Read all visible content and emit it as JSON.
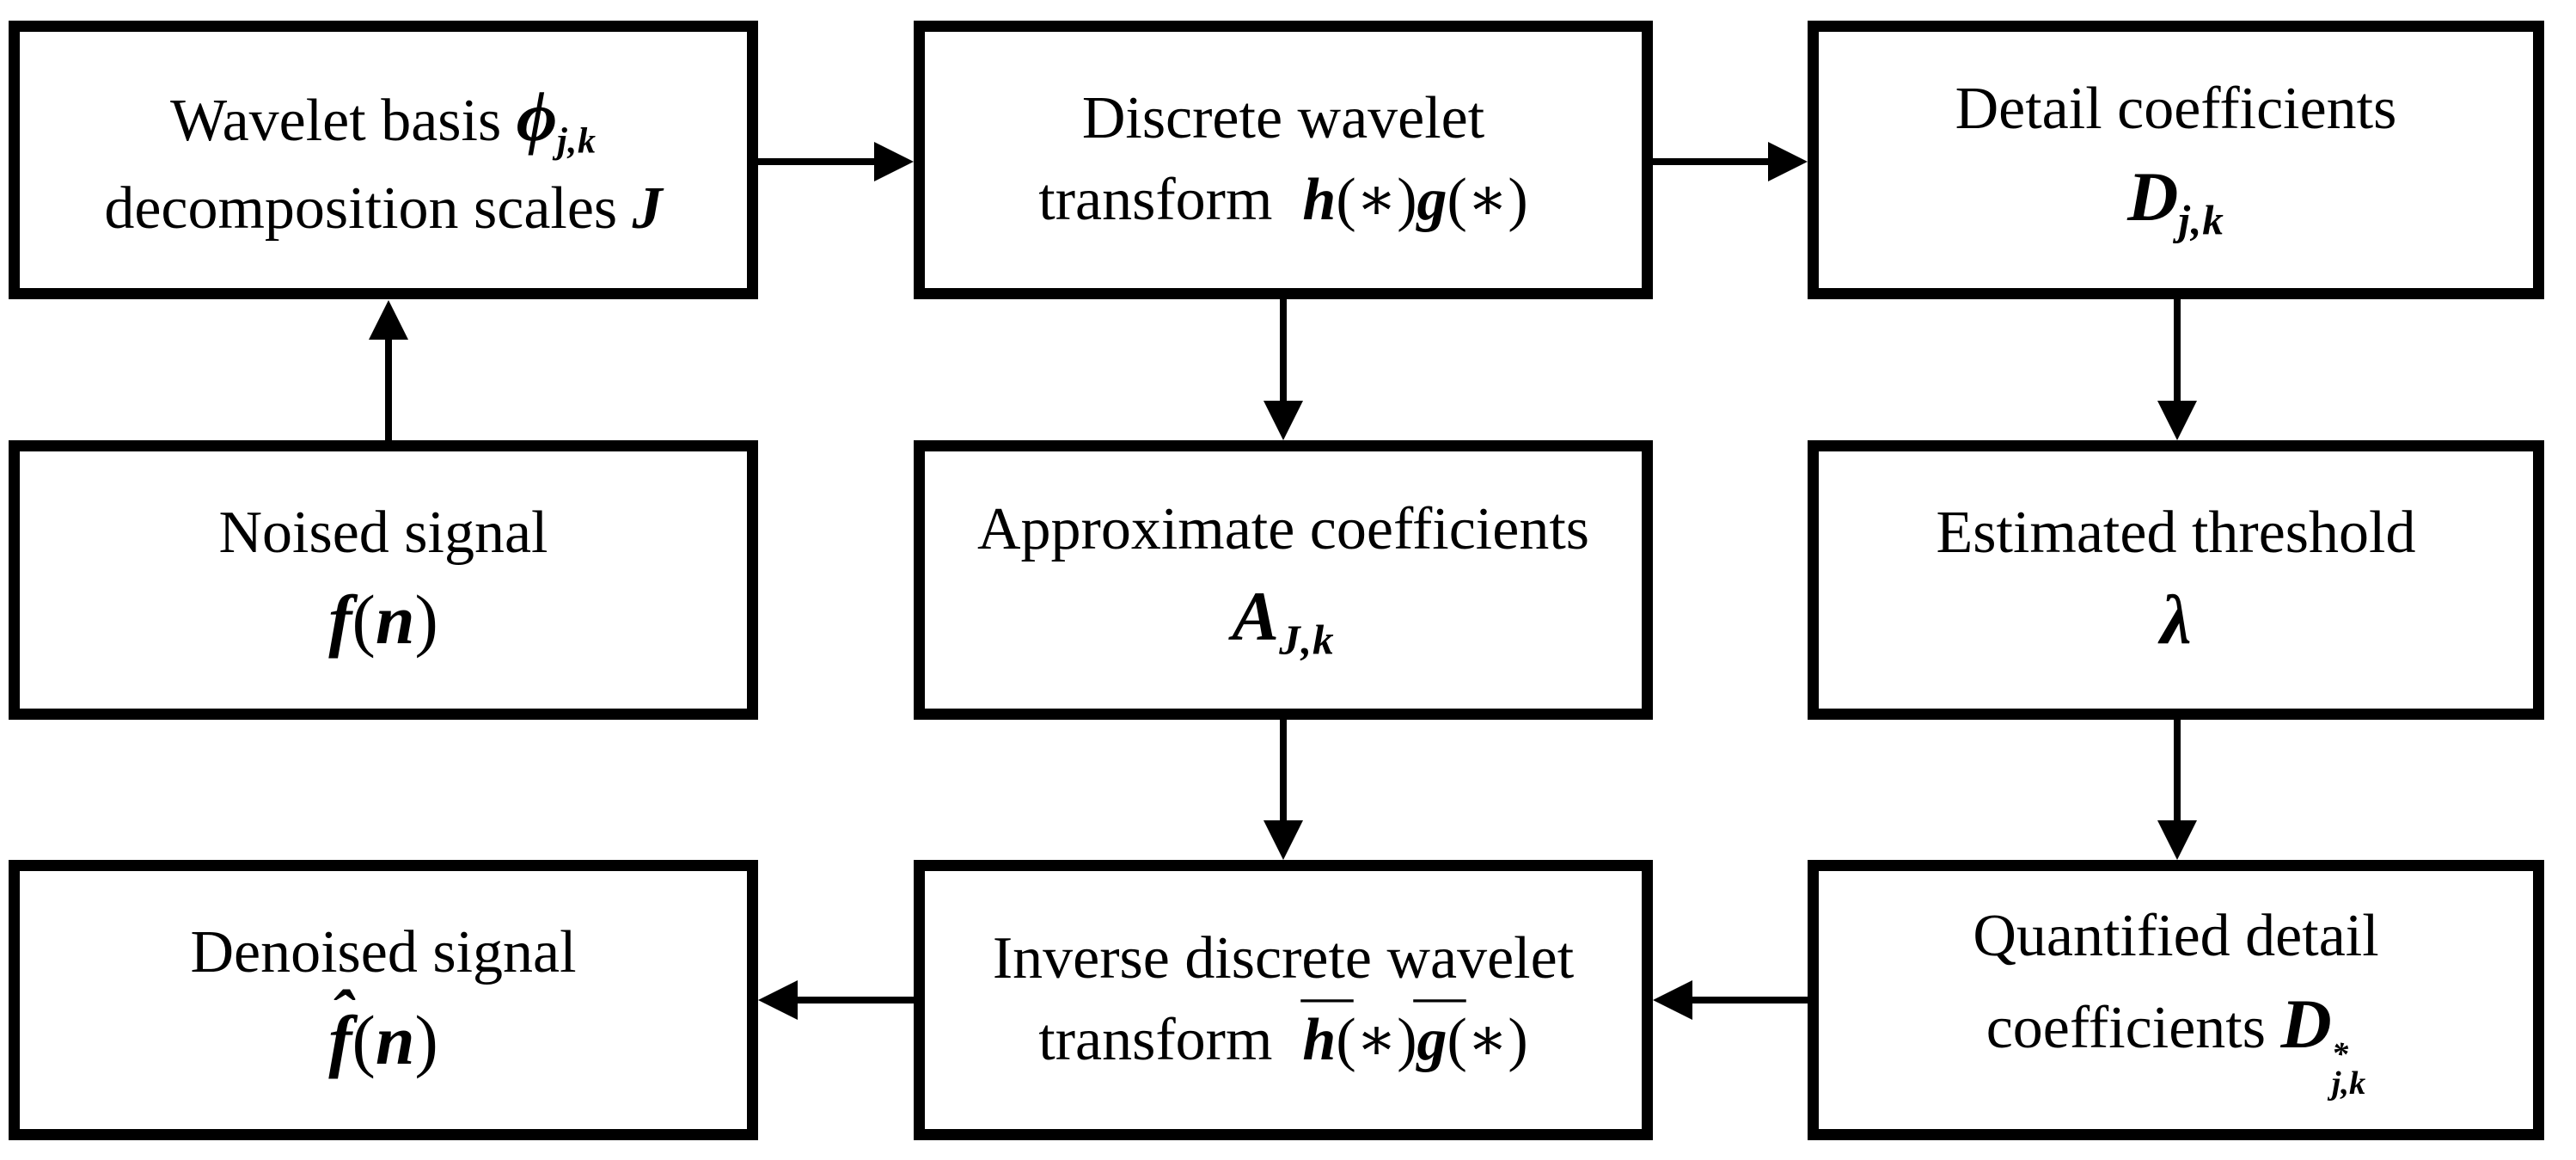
{
  "page": {
    "background": "#ffffff",
    "ink": "#000000"
  },
  "boxes": {
    "basis": {
      "l1_text": "Wavelet basis ",
      "l1_phi": "ϕ",
      "l1_sub": "j,k",
      "l2_text": "decomposition scales ",
      "l2_J": "J"
    },
    "dwt": {
      "l1_text": "Discrete wavelet",
      "l2_text": "transform  ",
      "l2_h": "h",
      "l2_h_args": "(∗)",
      "l2_g": "g",
      "l2_g_args": "(∗)"
    },
    "detail": {
      "l1_text": "Detail coefficients",
      "l2_D": "D",
      "l2_sub": "j,k"
    },
    "noised": {
      "l1_text": "Noised signal",
      "l2_f": "f",
      "l2_open": "(",
      "l2_n": "n",
      "l2_close": ")"
    },
    "approx": {
      "l1_text": "Approximate coefficients",
      "l2_A": "A",
      "l2_sub": "J,k"
    },
    "threshold": {
      "l1_text": "Estimated threshold",
      "l2_lambda": "λ"
    },
    "denoised": {
      "l1_text": "Denoised signal",
      "l2_hat": "ˆ",
      "l2_f": "f",
      "l2_open": "(",
      "l2_n": "n",
      "l2_close": ")"
    },
    "idwt": {
      "l1_text": "Inverse discrete wavelet",
      "l2_text": "transform  ",
      "l2_bar_h": "¯",
      "l2_h": "h",
      "l2_h_args": "(∗)",
      "l2_bar_g": "¯",
      "l2_g": "g",
      "l2_g_args": "(∗)"
    },
    "quantified": {
      "l1_text": "Quantified detail",
      "l2_text": "coefficients ",
      "l2_D": "D",
      "l2_sup": "*",
      "l2_sub": "j,k"
    }
  },
  "arrows": [
    {
      "name": "noised-to-basis",
      "from": "noised-signal",
      "to": "wavelet-basis",
      "direction": "up"
    },
    {
      "name": "basis-to-dwt",
      "from": "wavelet-basis",
      "to": "discrete-wavelet-transform",
      "direction": "right"
    },
    {
      "name": "dwt-to-detail",
      "from": "discrete-wavelet-transform",
      "to": "detail-coefficients",
      "direction": "right"
    },
    {
      "name": "dwt-to-approx",
      "from": "discrete-wavelet-transform",
      "to": "approximate-coefficients",
      "direction": "down"
    },
    {
      "name": "detail-to-threshold",
      "from": "detail-coefficients",
      "to": "estimated-threshold",
      "direction": "down"
    },
    {
      "name": "approx-to-idwt",
      "from": "approximate-coefficients",
      "to": "inverse-dwt",
      "direction": "down"
    },
    {
      "name": "threshold-to-quantified",
      "from": "estimated-threshold",
      "to": "quantified-detail-coefficients",
      "direction": "down"
    },
    {
      "name": "quantified-to-idwt",
      "from": "quantified-detail-coefficients",
      "to": "inverse-dwt",
      "direction": "left"
    },
    {
      "name": "idwt-to-denoised",
      "from": "inverse-dwt",
      "to": "denoised-signal",
      "direction": "left"
    }
  ]
}
